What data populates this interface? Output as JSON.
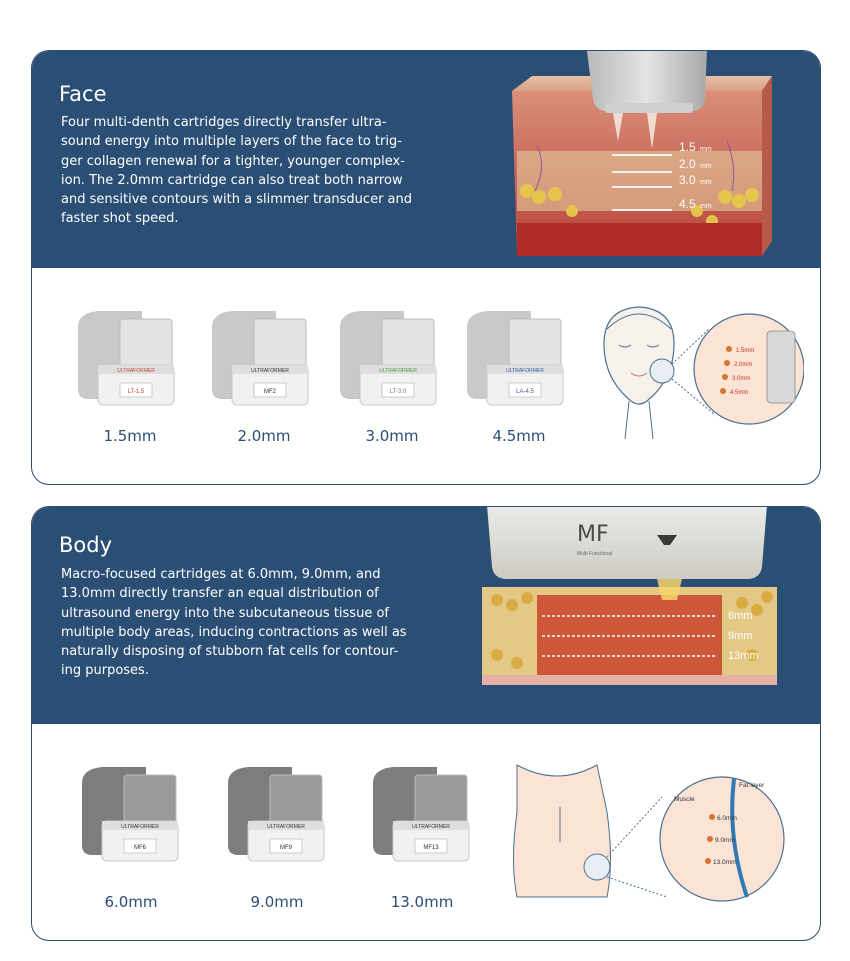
{
  "face": {
    "title": "Face",
    "description": [
      "Four multi-denth cartridges directly transfer ultra-",
      "sound energy into multiple layers of the face to trig-",
      "ger collagen renewal for a tighter, younger complex-",
      "ion. The 2.0mm cartridge can also treat both narrow",
      "and sensitive contours with a slimmer transducer and",
      "faster shot speed."
    ],
    "depth_labels": [
      "1.5",
      "2.0",
      "3.0",
      "4.5"
    ],
    "depth_unit": "mm",
    "cartridges": [
      {
        "label": "1.5mm",
        "code": "LT-1.5",
        "brand": "ULTRAFORMER",
        "color": "#c4463b"
      },
      {
        "label": "2.0mm",
        "code": "MF2",
        "brand": "ULTRAFORMER",
        "color": "#333333"
      },
      {
        "label": "3.0mm",
        "code": "LT-3.0",
        "brand": "ULTRAFORMER",
        "color": "#4a9a4a"
      },
      {
        "label": "4.5mm",
        "code": "LA-4.5",
        "brand": "ULTRAFORMER",
        "color": "#3a5fa8"
      }
    ],
    "diagram_labels": [
      "1.5mm",
      "2.0mm",
      "3.0mm",
      "4.5mm"
    ]
  },
  "body": {
    "title": "Body",
    "description": [
      "Macro-focused cartridges at 6.0mm, 9.0mm, and",
      "13.0mm directly transfer an equal distribution of",
      "ultrasound energy into the subcutaneous tissue of",
      "multiple body areas, inducing contractions as well as",
      "naturally disposing of stubborn fat cells for contour-",
      "ing purposes."
    ],
    "device_logo": "MF",
    "device_sub": "Multi Functional",
    "depth_labels": [
      "6mm",
      "9mm",
      "13mm"
    ],
    "cartridges": [
      {
        "label": "6.0mm",
        "code": "MF6",
        "brand": "ULTRAFORMER"
      },
      {
        "label": "9.0mm",
        "code": "MF9",
        "brand": "ULTRAFORMER"
      },
      {
        "label": "13.0mm",
        "code": "MF13",
        "brand": "ULTRAFORMER"
      }
    ],
    "diagram_labels": [
      "Fat layer",
      "Muscle",
      "6.0mm",
      "9.0mm",
      "13.0mm"
    ]
  },
  "colors": {
    "navy": "#2b4e74",
    "white": "#ffffff"
  }
}
